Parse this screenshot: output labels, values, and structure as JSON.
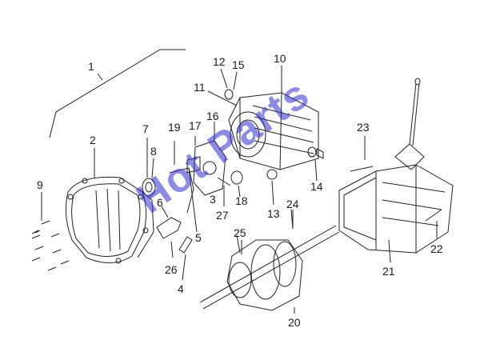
{
  "diagram": {
    "part_numbers": [
      "1",
      "2",
      "3",
      "4",
      "5",
      "6",
      "7",
      "8",
      "9",
      "10",
      "11",
      "12",
      "13",
      "14",
      "15",
      "16",
      "17",
      "18",
      "19",
      "20",
      "21",
      "22",
      "23",
      "24",
      "25",
      "26",
      "27"
    ],
    "watermark": "Hot Parts",
    "colors": {
      "line": "#222222",
      "watermark": "#2f2fd0"
    }
  }
}
